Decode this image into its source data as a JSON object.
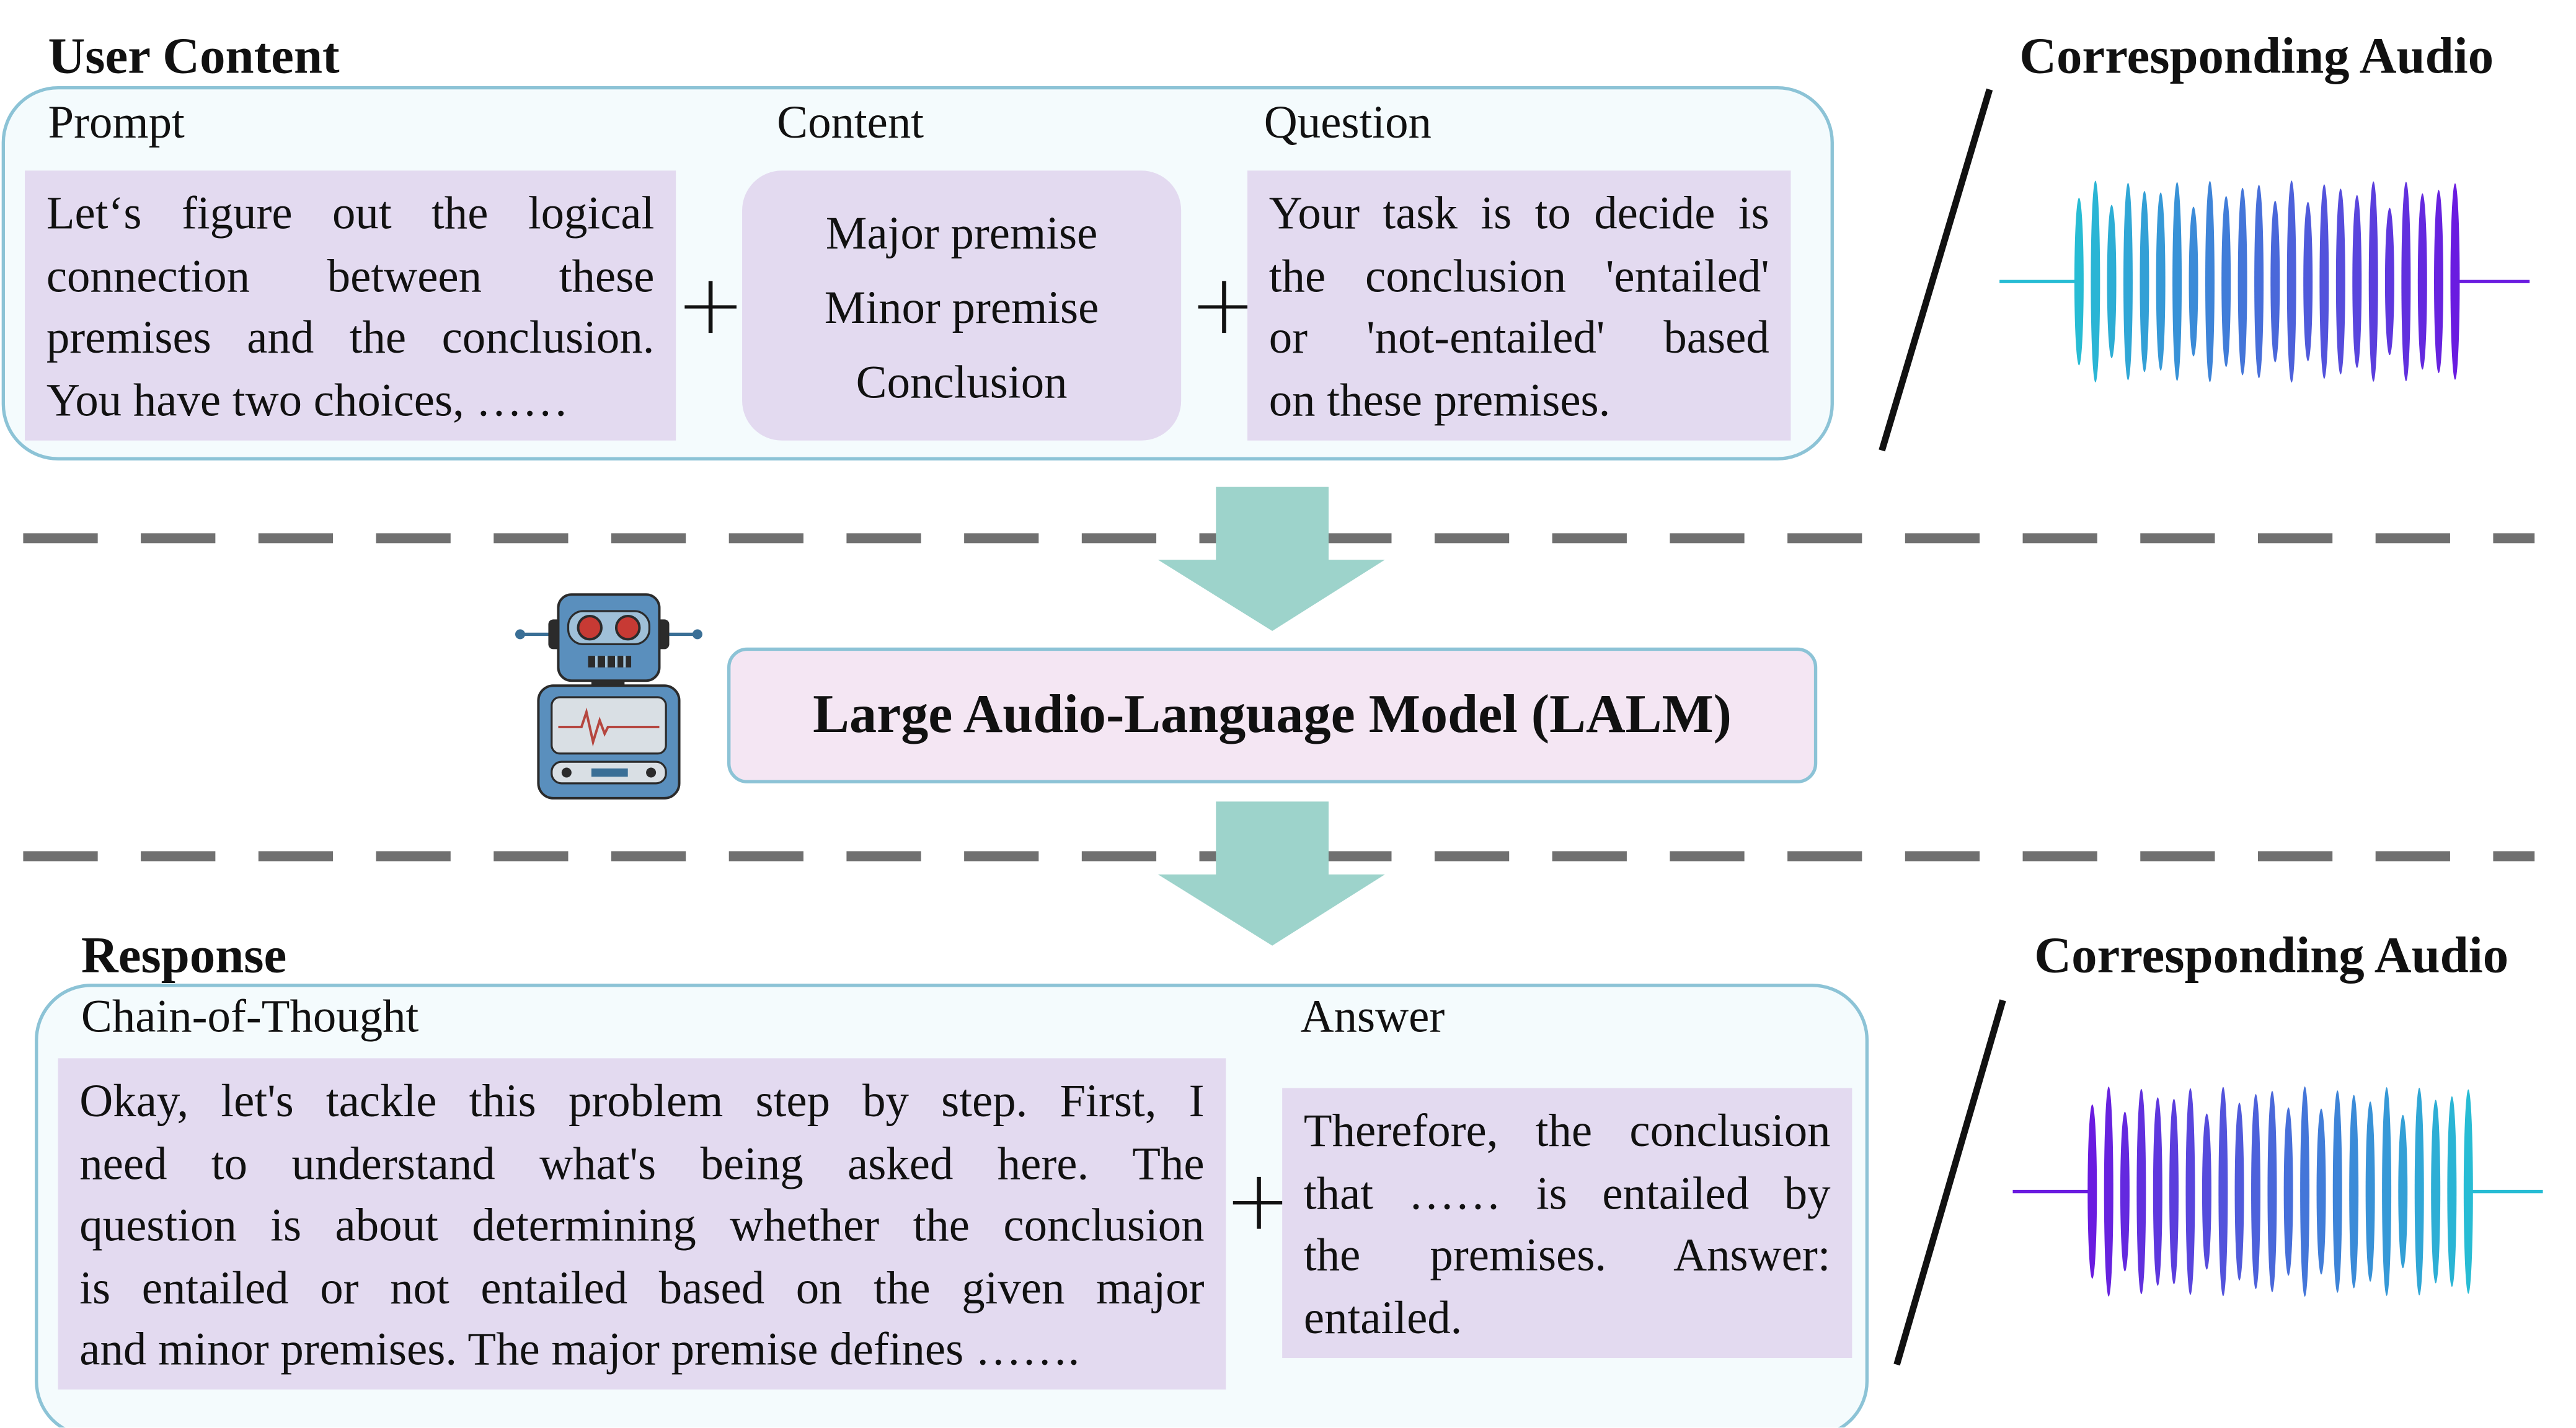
{
  "user_content": {
    "title": "User Content",
    "prompt": {
      "label": "Prompt",
      "lines": [
        "Let‘s figure out the logical",
        "connection between these",
        "premises and the conclusion.",
        "You have two choices, ……"
      ]
    },
    "content": {
      "label": "Content",
      "lines": [
        "Major premise",
        "Minor premise",
        "Conclusion"
      ]
    },
    "question": {
      "label": "Question",
      "lines": [
        "Your task is to decide is",
        "the conclusion 'entailed'",
        "or 'not-entailed' based",
        "on these premises."
      ]
    },
    "plus_symbol": "+"
  },
  "model": {
    "label": "Large Audio-Language Model (LALM)",
    "icon": "robot-icon"
  },
  "response": {
    "title": "Response",
    "cot": {
      "label": "Chain-of-Thought",
      "lines": [
        "Okay, let's tackle this problem step by step. First, I",
        "need to understand what's being asked here. The",
        "question is about determining whether the conclusion",
        "is entailed or not entailed based on the given major",
        "and minor premises. The major premise defines ……."
      ]
    },
    "answer": {
      "label": "Answer",
      "lines": [
        "Therefore, the conclusion",
        "that …… is entailed by",
        "the premises. Answer:",
        "entailed."
      ]
    },
    "plus_symbol": "+"
  },
  "audio_top": {
    "title": "Corresponding Audio",
    "icon": "waveform-icon"
  },
  "audio_bottom": {
    "title": "Corresponding Audio",
    "icon": "waveform-icon"
  },
  "colors": {
    "box_border": "#8cc3d6",
    "box_fill": "#f4fbfd",
    "text_fill": "#e3daf0",
    "arrow": "#9dd3cb",
    "dash": "#707070",
    "lalm_fill": "#f4e6f3",
    "wave_cyan": "#27bcd4",
    "wave_purple": "#6a1be0"
  }
}
